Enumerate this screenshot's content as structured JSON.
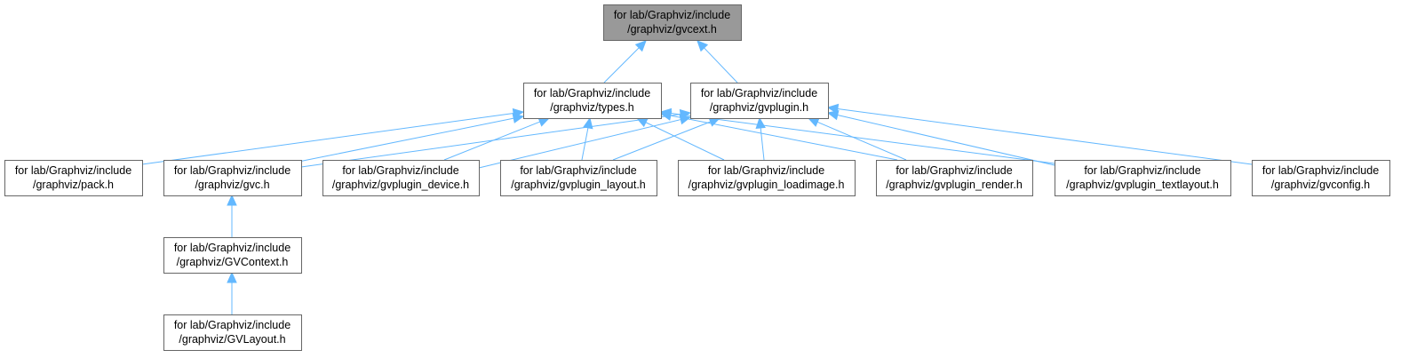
{
  "graph": {
    "nodes": [
      {
        "id": "gvcext",
        "line1": "for lab/Graphviz/include",
        "line2": "/graphviz/gvcext.h",
        "root": true
      },
      {
        "id": "types",
        "line1": "for lab/Graphviz/include",
        "line2": "/graphviz/types.h"
      },
      {
        "id": "gvplugin",
        "line1": "for lab/Graphviz/include",
        "line2": "/graphviz/gvplugin.h"
      },
      {
        "id": "pack",
        "line1": "for lab/Graphviz/include",
        "line2": "/graphviz/pack.h"
      },
      {
        "id": "gvc",
        "line1": "for lab/Graphviz/include",
        "line2": "/graphviz/gvc.h"
      },
      {
        "id": "gvplugin_device",
        "line1": "for lab/Graphviz/include",
        "line2": "/graphviz/gvplugin_device.h"
      },
      {
        "id": "gvplugin_layout",
        "line1": "for lab/Graphviz/include",
        "line2": "/graphviz/gvplugin_layout.h"
      },
      {
        "id": "gvplugin_loadimage",
        "line1": "for lab/Graphviz/include",
        "line2": "/graphviz/gvplugin_loadimage.h"
      },
      {
        "id": "gvplugin_render",
        "line1": "for lab/Graphviz/include",
        "line2": "/graphviz/gvplugin_render.h"
      },
      {
        "id": "gvplugin_textlayout",
        "line1": "for lab/Graphviz/include",
        "line2": "/graphviz/gvplugin_textlayout.h"
      },
      {
        "id": "gvconfig",
        "line1": "for lab/Graphviz/include",
        "line2": "/graphviz/gvconfig.h"
      },
      {
        "id": "GVContext",
        "line1": "for lab/Graphviz/include",
        "line2": "/graphviz/GVContext.h"
      },
      {
        "id": "GVLayout",
        "line1": "for lab/Graphviz/include",
        "line2": "/graphviz/GVLayout.h"
      }
    ],
    "edges": [
      {
        "from": "types",
        "to": "gvcext"
      },
      {
        "from": "gvplugin",
        "to": "gvcext"
      },
      {
        "from": "pack",
        "to": "types"
      },
      {
        "from": "gvc",
        "to": "types"
      },
      {
        "from": "gvplugin_device",
        "to": "types"
      },
      {
        "from": "gvplugin_layout",
        "to": "types"
      },
      {
        "from": "gvplugin_loadimage",
        "to": "types"
      },
      {
        "from": "gvplugin_render",
        "to": "types"
      },
      {
        "from": "gvplugin_textlayout",
        "to": "types"
      },
      {
        "from": "gvc",
        "to": "gvplugin"
      },
      {
        "from": "gvplugin_device",
        "to": "gvplugin"
      },
      {
        "from": "gvplugin_layout",
        "to": "gvplugin"
      },
      {
        "from": "gvplugin_loadimage",
        "to": "gvplugin"
      },
      {
        "from": "gvplugin_render",
        "to": "gvplugin"
      },
      {
        "from": "gvplugin_textlayout",
        "to": "gvplugin"
      },
      {
        "from": "gvconfig",
        "to": "gvplugin"
      },
      {
        "from": "GVContext",
        "to": "gvc"
      },
      {
        "from": "GVLayout",
        "to": "GVContext"
      }
    ]
  },
  "colors": {
    "edge": "#63b8ff",
    "node_border": "#666666",
    "node_fill": "#ffffff",
    "root_fill": "#999999"
  }
}
